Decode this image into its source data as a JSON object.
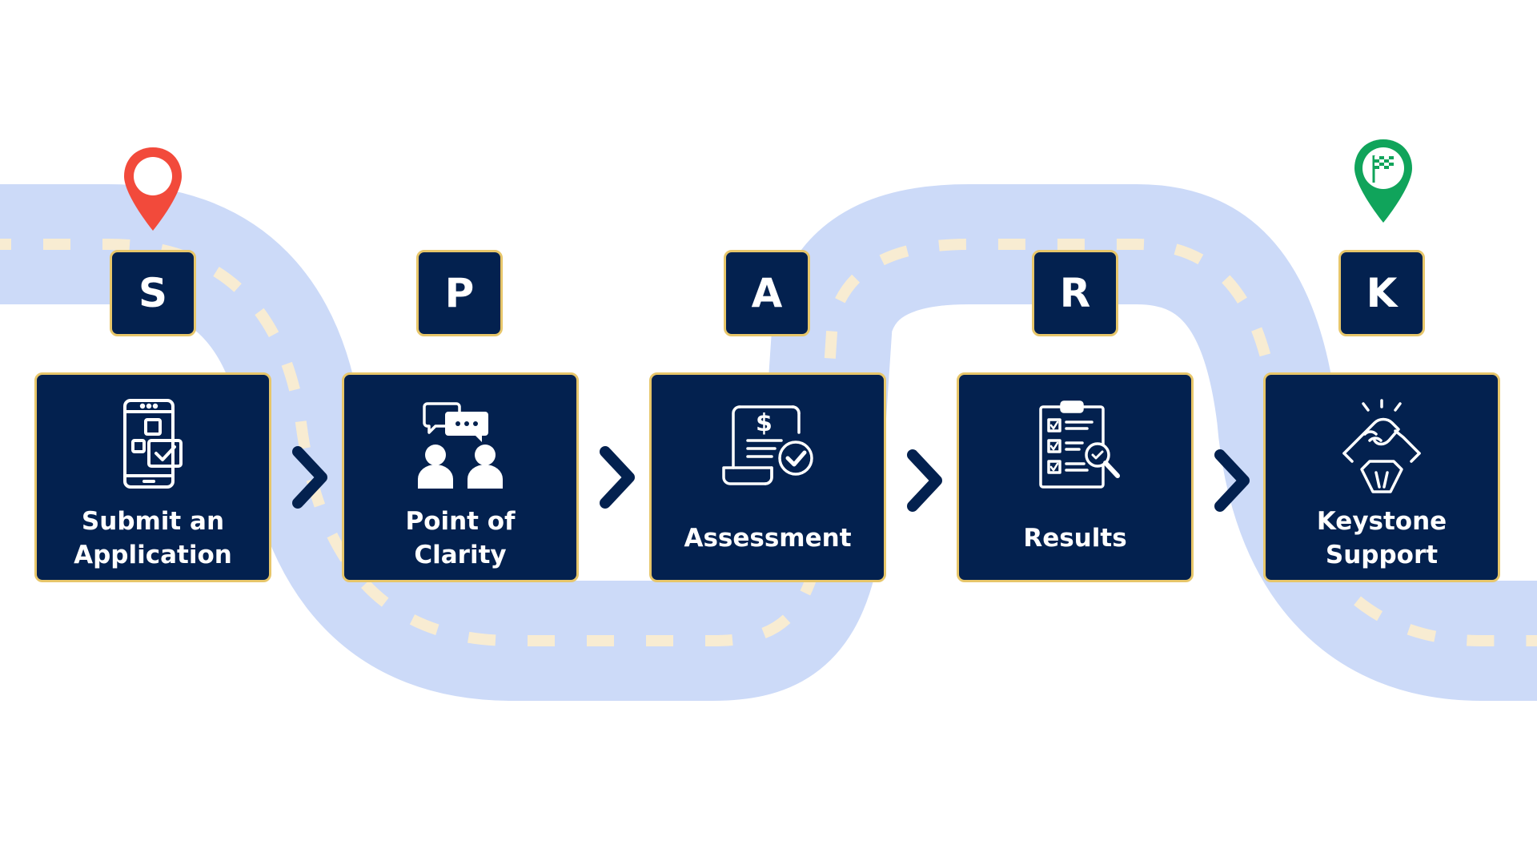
{
  "colors": {
    "road": "#ccdaf8",
    "dash": "#f8ecd2",
    "card": "#03214f",
    "border": "#e7c66a",
    "text": "#ffffff",
    "start_pin": "#f24a3b",
    "finish_pin": "#10a45b"
  },
  "steps": [
    {
      "letter": "S",
      "label": "Submit an\nApplication",
      "icon": "mobile-app-icon"
    },
    {
      "letter": "P",
      "label": "Point of\nClarity",
      "icon": "discussion-icon"
    },
    {
      "letter": "A",
      "label": "Assessment",
      "icon": "invoice-check-icon"
    },
    {
      "letter": "R",
      "label": "Results",
      "icon": "clipboard-search-icon"
    },
    {
      "letter": "K",
      "label": "Keystone\nSupport",
      "icon": "handshake-icon"
    }
  ],
  "markers": {
    "start": "location-pin-icon",
    "finish": "finish-flag-pin-icon",
    "connector": "chevron-right-icon"
  }
}
